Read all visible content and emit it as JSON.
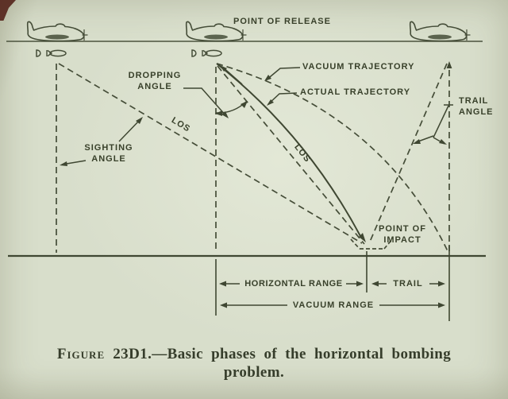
{
  "figure": {
    "labels": {
      "point_of_release": "POINT OF RELEASE",
      "vacuum_trajectory": "VACUUM TRAJECTORY",
      "actual_trajectory": "ACTUAL TRAJECTORY",
      "dropping_angle": {
        "line1": "DROPPING",
        "line2": "ANGLE"
      },
      "sighting_angle": {
        "line1": "SIGHTING",
        "line2": "ANGLE"
      },
      "trail_angle": {
        "line1": "TRAIL",
        "line2": "ANGLE"
      },
      "los_left": "LOS",
      "los_center": "LOS",
      "point_of_impact": {
        "line1": "POINT OF",
        "line2": "IMPACT"
      },
      "horizontal_range": "HORIZONTAL RANGE",
      "trail": "TRAIL",
      "vacuum_range": "VACUUM RANGE"
    },
    "caption": {
      "figure_word": "Figure",
      "figure_number": "23D1.",
      "dash_text": "—Basic phases of the horizontal bombing",
      "line2": "problem."
    },
    "colors": {
      "paper": "#d8decb",
      "ink": "#454d38",
      "label_ink": "#38402a",
      "caption_ink": "#363d2b",
      "corner_mark": "#4e1a12"
    }
  }
}
